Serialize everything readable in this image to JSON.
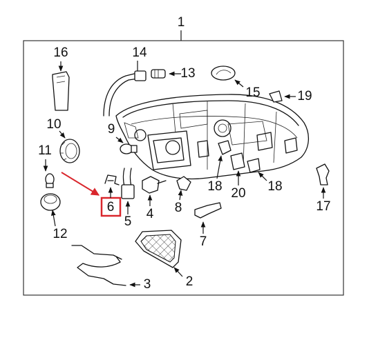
{
  "callouts": {
    "c1": "1",
    "c2": "2",
    "c3": "3",
    "c4": "4",
    "c5": "5",
    "c6": "6",
    "c7": "7",
    "c8": "8",
    "c9": "9",
    "c10": "10",
    "c11": "11",
    "c12": "12",
    "c13": "13",
    "c14": "14",
    "c15": "15",
    "c16": "16",
    "c17": "17",
    "c18a": "18",
    "c18b": "18",
    "c19": "19",
    "c20": "20"
  },
  "colors": {
    "highlight": "#d9262c",
    "line": "#111111",
    "frame": "#333333"
  }
}
